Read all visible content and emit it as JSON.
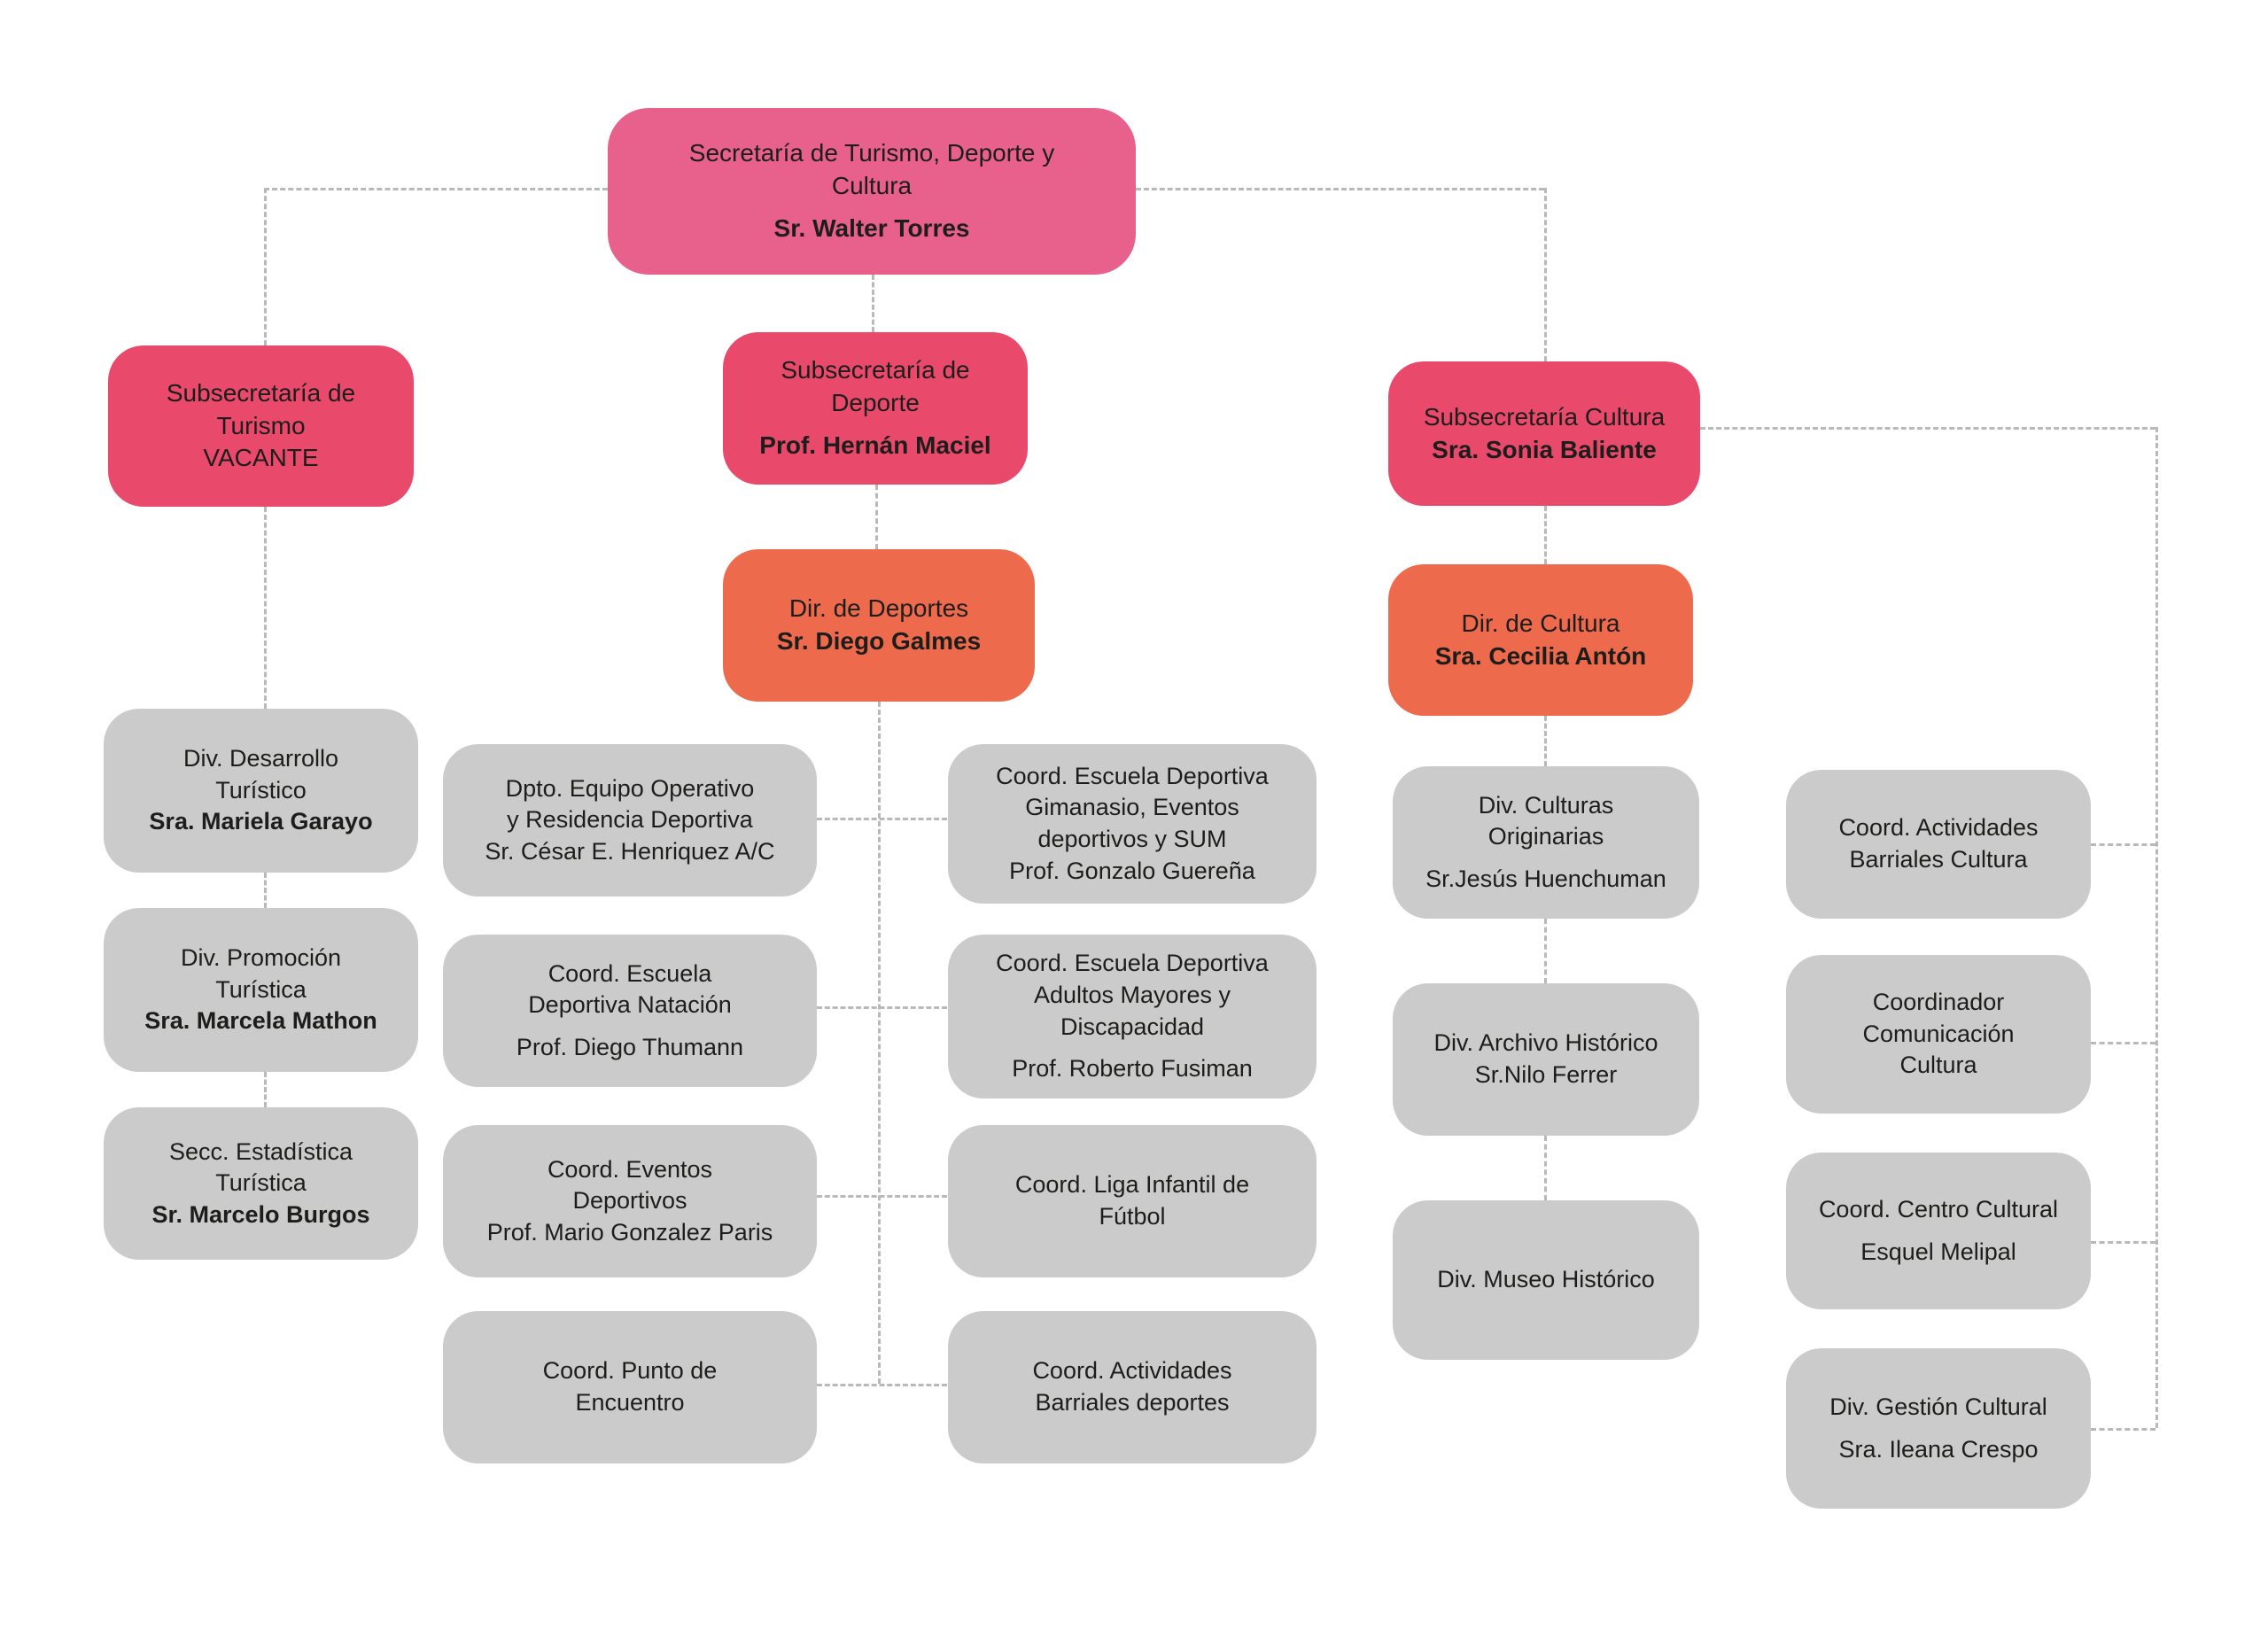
{
  "colors": {
    "pink_primary": "#e8618c",
    "pink_secondary": "#e94a6c",
    "orange": "#ee6a4d",
    "gray": "#cbcbcb",
    "line": "#b9b9b9",
    "text": "#1d1d1b"
  },
  "nodes": {
    "secretaria": {
      "title": "Secretaría de Turismo, Deporte y\nCultura",
      "name": "Sr. Walter Torres"
    },
    "sub_turismo": {
      "title": "Subsecretaría de\nTurismo",
      "name": "VACANTE"
    },
    "sub_deporte": {
      "title": "Subsecretaría de\nDeporte",
      "name": "Prof. Hernán Maciel"
    },
    "sub_cultura": {
      "title": "Subsecretaría Cultura",
      "name": "Sra. Sonia Baliente"
    },
    "dir_deportes": {
      "title": "Dir. de Deportes",
      "name": "Sr. Diego Galmes"
    },
    "dir_cultura": {
      "title": "Dir. de Cultura",
      "name": "Sra. Cecilia Antón"
    },
    "div_desarrollo": {
      "title": "Div. Desarrollo\nTurístico",
      "name": "Sra. Mariela Garayo"
    },
    "div_promocion": {
      "title": "Div. Promoción\nTurística",
      "name": "Sra. Marcela Mathon"
    },
    "secc_estadistica": {
      "title": "Secc. Estadística\nTurística",
      "name": "Sr. Marcelo Burgos"
    },
    "dpto_equipo": {
      "title": "Dpto. Equipo Operativo\ny Residencia Deportiva",
      "name": "Sr. César E. Henriquez A/C"
    },
    "coord_natacion": {
      "title": "Coord. Escuela\nDeportiva Natación",
      "name": "Prof. Diego Thumann"
    },
    "coord_eventos": {
      "title": "Coord. Eventos\nDeportivos",
      "name": "Prof. Mario Gonzalez Paris"
    },
    "coord_punto": {
      "title": "Coord. Punto de\nEncuentro"
    },
    "coord_gimnasio": {
      "title": "Coord. Escuela Deportiva\nGimanasio, Eventos\ndeportivos y SUM",
      "name": "Prof. Gonzalo Guereña"
    },
    "coord_adultos": {
      "title": "Coord. Escuela Deportiva\nAdultos Mayores y\nDiscapacidad",
      "name": "Prof. Roberto Fusiman"
    },
    "coord_liga": {
      "title": "Coord. Liga Infantil de\nFútbol"
    },
    "coord_barriales_dep": {
      "title": "Coord. Actividades\nBarriales deportes"
    },
    "div_culturas": {
      "title": "Div. Culturas\nOriginarias",
      "name": "Sr.Jesús Huenchuman"
    },
    "div_archivo": {
      "title": "Div. Archivo Histórico",
      "name": "Sr.Nilo Ferrer"
    },
    "div_museo": {
      "title": "Div. Museo Histórico"
    },
    "coord_barriales_cult": {
      "title": "Coord. Actividades\nBarriales Cultura"
    },
    "coordinador_comunic": {
      "title": "Coordinador\nComunicación\nCultura"
    },
    "coord_centro": {
      "title": "Coord. Centro Cultural",
      "name": "Esquel Melipal"
    },
    "div_gestion": {
      "title": "Div. Gestión Cultural",
      "name": "Sra. Ileana Crespo"
    }
  }
}
